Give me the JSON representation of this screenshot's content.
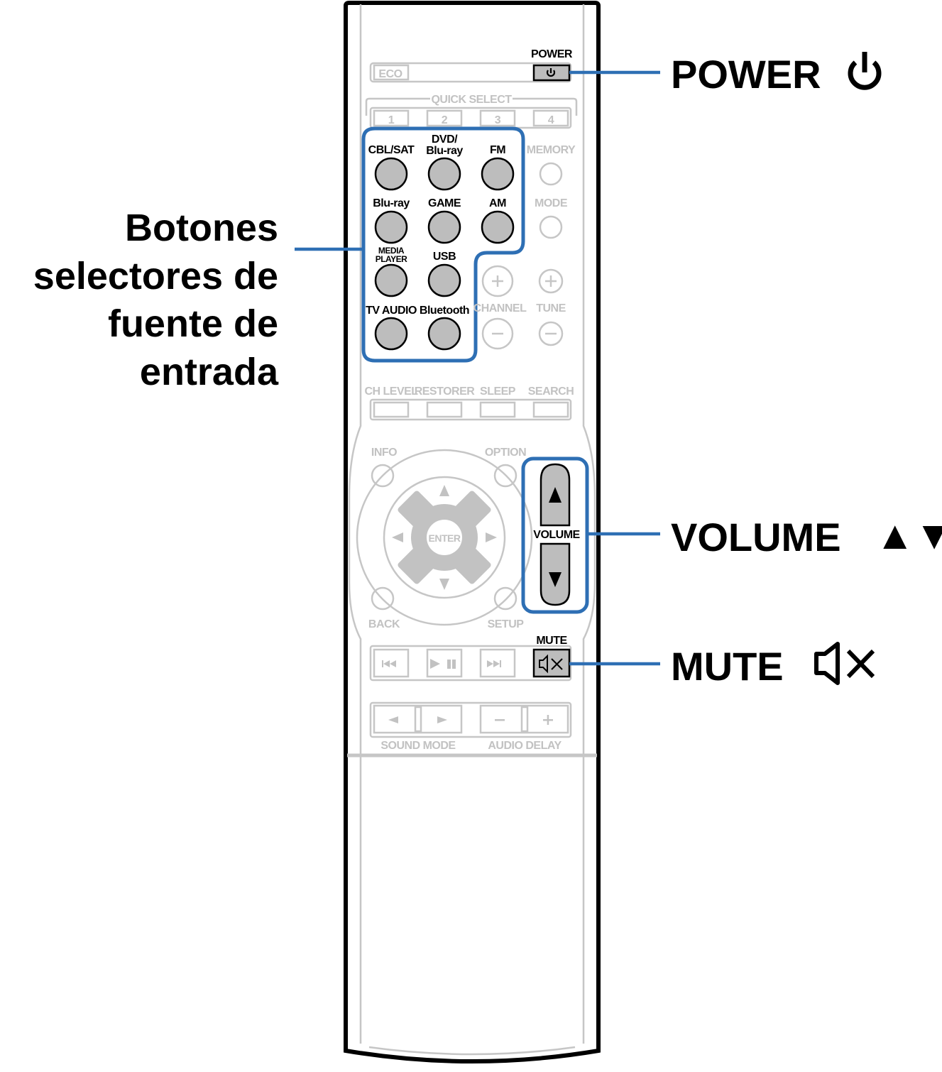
{
  "callouts": {
    "power": "POWER",
    "power_icon": "power-icon",
    "volume": "VOLUME",
    "volume_icons": "▲▼",
    "mute": "MUTE",
    "mute_icon": "speaker-mute-icon",
    "source_lines": [
      "Botones",
      "selectores de",
      "fuente de",
      "entrada"
    ]
  },
  "remote": {
    "eco": "ECO",
    "power": "POWER",
    "quick_select": "QUICK SELECT",
    "quick_buttons": [
      "1",
      "2",
      "3",
      "4"
    ],
    "sources": [
      "CBL/SAT",
      "DVD/",
      "Blu-ray",
      "FM",
      "Blu-ray",
      "GAME",
      "AM",
      "MEDIA",
      "PLAYER",
      "USB",
      "TV AUDIO",
      "Bluetooth"
    ],
    "memory": "MEMORY",
    "mode": "MODE",
    "channel": "CHANNEL",
    "tune": "TUNE",
    "function_row": [
      "CH LEVEL",
      "RESTORER",
      "SLEEP",
      "SEARCH"
    ],
    "info": "INFO",
    "option": "OPTION",
    "back": "BACK",
    "setup": "SETUP",
    "enter": "ENTER",
    "volume": "VOLUME",
    "mute": "MUTE",
    "sound_mode": "SOUND MODE",
    "audio_delay": "AUDIO DELAY"
  },
  "colors": {
    "accent": "#2e6fb4",
    "button": "#bdbdbd",
    "inactive": "#c6c6c6"
  }
}
